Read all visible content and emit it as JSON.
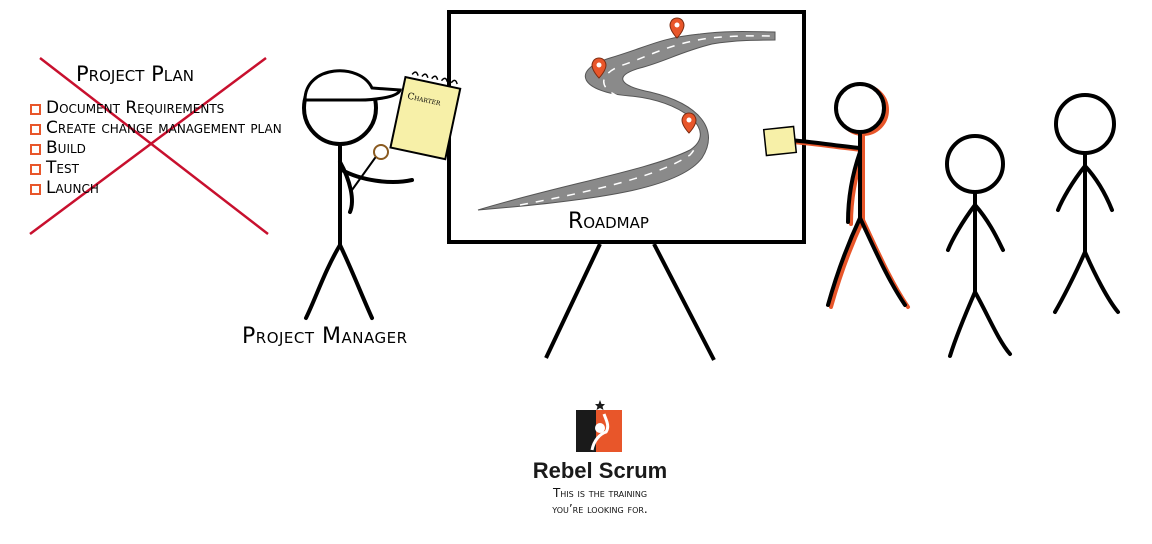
{
  "project_plan": {
    "title": "Project Plan",
    "items": [
      "Document Requirements",
      "Create change management plan",
      "Build",
      "Test",
      "Launch"
    ]
  },
  "labels": {
    "project_manager": "Project Manager",
    "charter": "Charter",
    "roadmap": "Roadmap"
  },
  "brand": {
    "name": "Rebel Scrum",
    "tagline_line1": "This is the training",
    "tagline_line2": "you’re looking for."
  },
  "colors": {
    "accent": "#e8562a",
    "ink": "#000000",
    "road": "#8a8a8a",
    "notepad": "#f7f0a8"
  }
}
